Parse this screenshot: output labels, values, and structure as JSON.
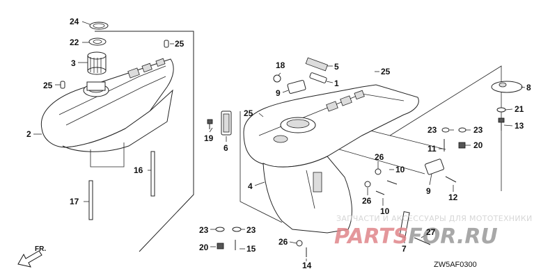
{
  "callouts": [
    "24",
    "22",
    "3",
    "25",
    "25",
    "2",
    "18",
    "5",
    "1",
    "9",
    "25",
    "8",
    "21",
    "13",
    "23",
    "23",
    "11",
    "20",
    "19",
    "6",
    "25",
    "26",
    "10",
    "4",
    "9",
    "12",
    "16",
    "17",
    "26",
    "10",
    "23",
    "23",
    "20",
    "15",
    "26",
    "14",
    "7",
    "27"
  ],
  "figure_code": "ZW5AF0300",
  "direction_label": "FR.",
  "watermark": {
    "caption": "ЗАПЧАСТИ И АКСЕССУАРЫ ДЛЯ МОТОТЕХНИКИ",
    "logo_red": "PARTS",
    "logo_black": "FOR.RU"
  },
  "colors": {
    "watermark_red": "#e0868a",
    "watermark_black": "#9a9a9a",
    "ink": "#222222"
  }
}
